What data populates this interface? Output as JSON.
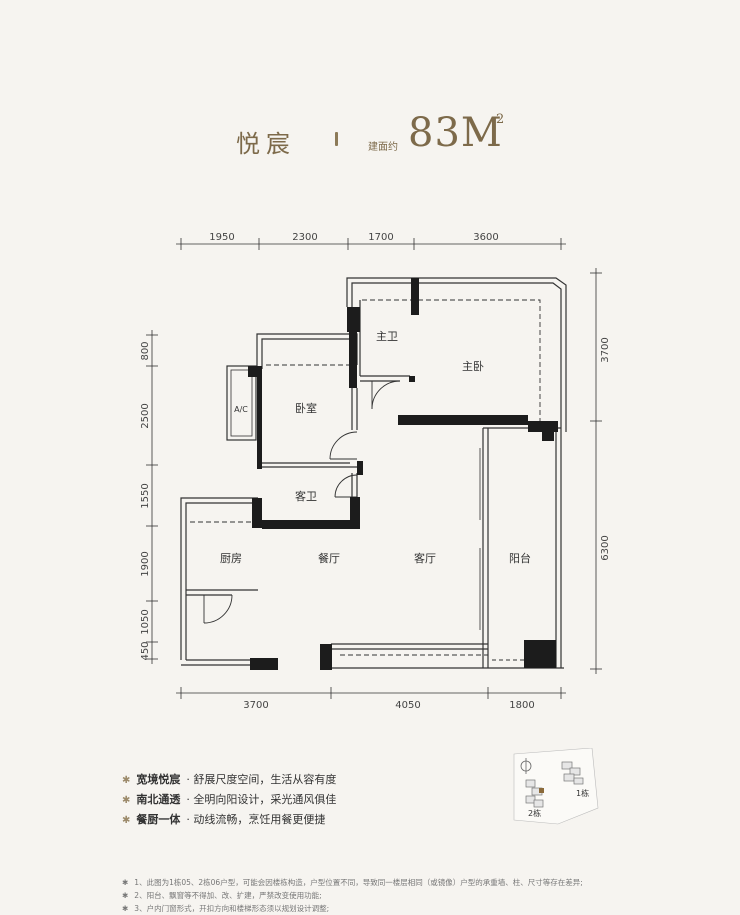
{
  "title": {
    "name": "悦宸",
    "area_label": "建面约",
    "area_value": "83M",
    "area_sup": "2"
  },
  "dimensions": {
    "top": [
      "1950",
      "2300",
      "1700",
      "3600"
    ],
    "bottom": [
      "3700",
      "4050",
      "1800"
    ],
    "left": [
      "800",
      "2500",
      "1550",
      "1900",
      "1050",
      "450"
    ],
    "right": [
      "3700",
      "6300"
    ]
  },
  "rooms": {
    "master_bath": "主卫",
    "master_bedroom": "主卧",
    "ac": "A/C",
    "bedroom": "卧室",
    "guest_bath": "客卫",
    "kitchen": "厨房",
    "dining": "餐厅",
    "living": "客厅",
    "balcony": "阳台"
  },
  "keyplan": {
    "building1": "1栋",
    "building2": "2栋"
  },
  "features": [
    {
      "title": "宽境悦宸",
      "desc": "· 舒展尺度空间，生活从容有度"
    },
    {
      "title": "南北通透",
      "desc": "· 全明向阳设计，采光通风俱佳"
    },
    {
      "title": "餐厨一体",
      "desc": "· 动线流畅，烹饪用餐更便捷"
    }
  ],
  "notes": [
    "1、此图为1栋05、2栋06户型，可能会因楼栋构造，户型位置不同，导致同一楼层相同（或镜像）户型的承重墙、柱、尺寸等存在差异;",
    "2、阳台、飘窗等不得加、改、扩建，严禁改变使用功能;",
    "3、户内门窗形式，开扣方向和楼梯形态须以规划设计调整;"
  ],
  "colors": {
    "accent_gold": "#7d6a4a",
    "wall_black": "#1c1c1c",
    "background": "#f6f4f0"
  }
}
